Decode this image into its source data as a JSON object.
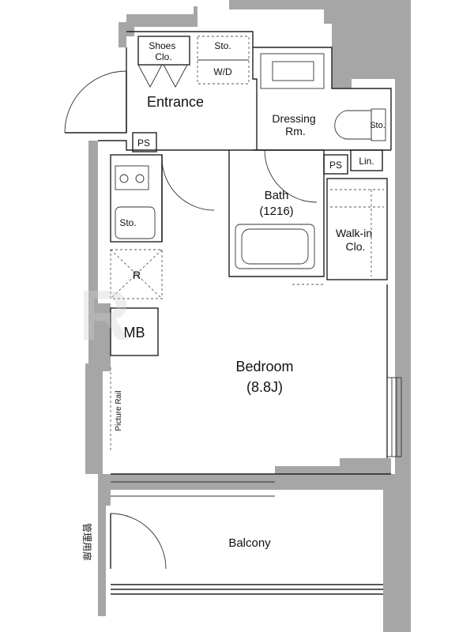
{
  "rooms": {
    "shoes_closet": "Shoes\nClo.",
    "storage_top": "Sto.",
    "wd": "W/D",
    "entrance": "Entrance",
    "dressing": "Dressing\nRm.",
    "storage_dressing": "Sto.",
    "ps_left": "PS",
    "ps_right": "PS",
    "linen": "Lin.",
    "bath": "Bath",
    "bath_size": "(1216)",
    "storage_kitchen": "Sto.",
    "walkin": "Walk-in\nClo.",
    "refrigerator": "R",
    "mb": "MB",
    "bedroom": "Bedroom",
    "bedroom_size": "(8.8J)",
    "picture_rail": "Picture Rail",
    "balcony": "Balcony",
    "maintenance_door": "管理用扉"
  },
  "colors": {
    "wall": "#a6a6a6",
    "line": "#222222",
    "background": "#ffffff"
  }
}
